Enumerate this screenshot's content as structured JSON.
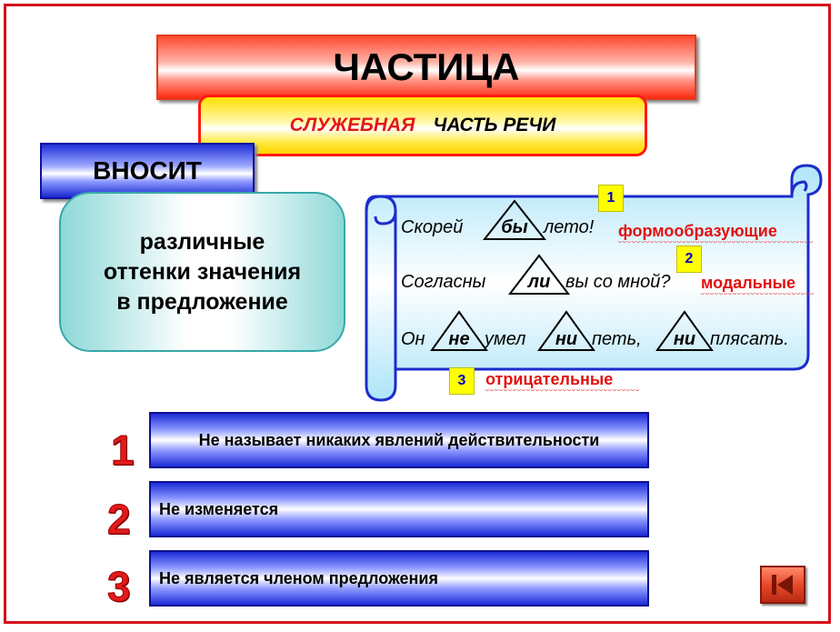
{
  "title": "ЧАСТИЦА",
  "subtitle": {
    "red": "СЛУЖЕБНАЯ",
    "black": "ЧАСТЬ  РЕЧИ"
  },
  "vnosit": "ВНОСИТ",
  "meaning": {
    "line1": "различные",
    "line2": "оттенки значения",
    "line3": "в предложение"
  },
  "examples": {
    "s1": {
      "before": "Скорей",
      "particle": "бы",
      "after": "лето!"
    },
    "s2": {
      "before": "Согласны",
      "particle": "ли",
      "after": "вы со мной?"
    },
    "s3": {
      "w1": "Он",
      "p1": "не",
      "w2": "умел",
      "p2": "ни",
      "w3": "петь,",
      "p3": "ни",
      "w4": "плясать."
    }
  },
  "types": [
    {
      "num": "1",
      "label": "формообразующие"
    },
    {
      "num": "2",
      "label": "модальные"
    },
    {
      "num": "3",
      "label": "отрицательные"
    }
  ],
  "features": [
    {
      "num": "1",
      "text": "Не называет никаких явлений  действительности"
    },
    {
      "num": "2",
      "text": "Не изменяется"
    },
    {
      "num": "3",
      "text": "Не является членом предложения"
    }
  ],
  "colors": {
    "frame": "#d4101a",
    "accent_red": "#e21010",
    "bar_blue": "#1c2cd8",
    "title_red": "#ff4a32",
    "sub_yellow": "#ffe000",
    "teal": "#8ed8d8"
  },
  "icons": {
    "back": "back-to-start-icon"
  }
}
